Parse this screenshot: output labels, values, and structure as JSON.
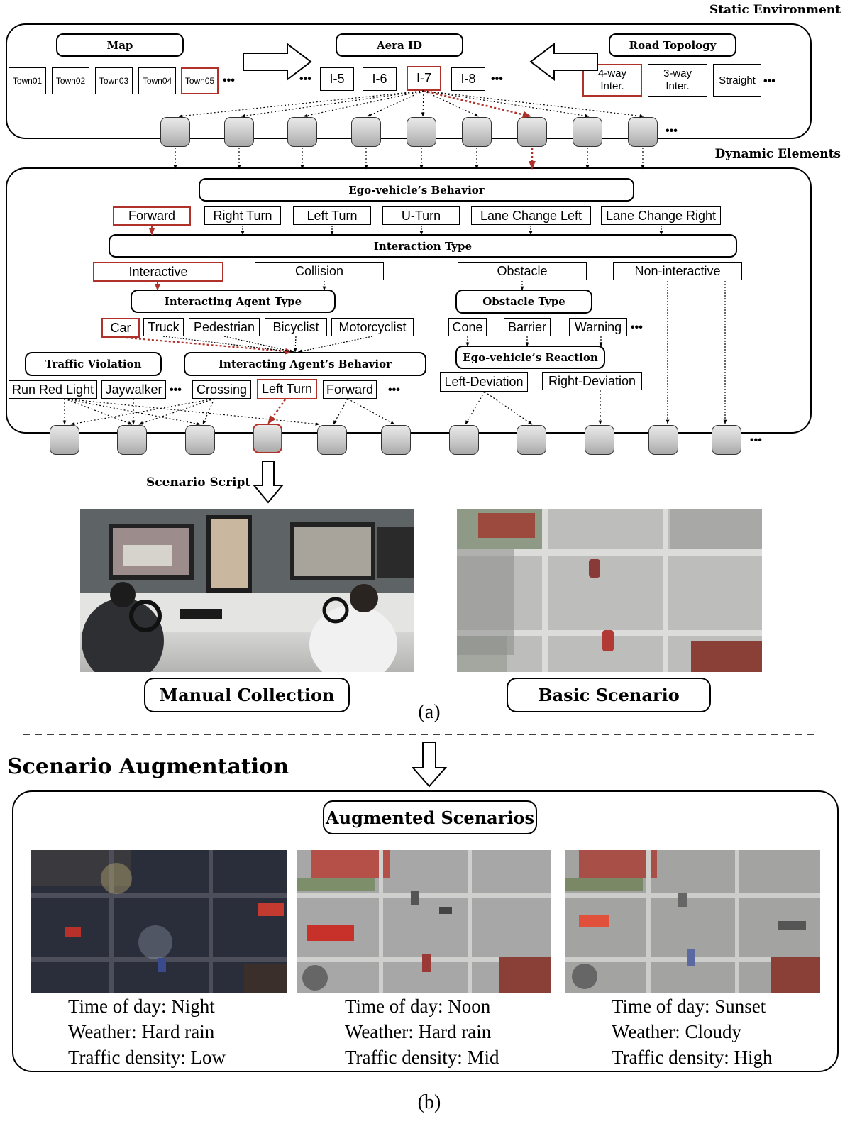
{
  "static_environment": {
    "title": "Static Environment",
    "map": {
      "header": "Map",
      "items": [
        "Town01",
        "Town02",
        "Town03",
        "Town04",
        "Town05"
      ],
      "more": "•••"
    },
    "area": {
      "header": "Aera ID",
      "items": [
        "I-5",
        "I-6",
        "I-7",
        "I-8"
      ],
      "more_left": "•••",
      "more_right": "•••"
    },
    "topology": {
      "header": "Road Topology",
      "items": [
        "4-way Inter.",
        "3-way Inter.",
        "Straight"
      ],
      "more": "•••"
    },
    "nodes_more": "•••"
  },
  "dynamic_elements": {
    "title": "Dynamic Elements",
    "ego_header": "Ego-vehicle’s Behavior",
    "ego_items": [
      "Forward",
      "Right Turn",
      "Left Turn",
      "U-Turn",
      "Lane Change Left",
      "Lane Change Right"
    ],
    "interaction_header": "Interaction Type",
    "interaction_items": [
      "Interactive",
      "Collision",
      "Obstacle",
      "Non-interactive"
    ],
    "agent_type_header": "Interacting Agent Type",
    "agent_types": [
      "Car",
      "Truck",
      "Pedestrian",
      "Bicyclist",
      "Motorcyclist"
    ],
    "obstacle_type_header": "Obstacle Type",
    "obstacle_types": [
      "Cone",
      "Barrier",
      "Warning"
    ],
    "obstacle_more": "•••",
    "ego_reaction_header": "Ego-vehicle’s Reaction",
    "ego_reactions": [
      "Left-Deviation",
      "Right-Deviation"
    ],
    "traffic_violation_header": "Traffic Violation",
    "traffic_violations": [
      "Run Red Light",
      "Jaywalker"
    ],
    "agent_behavior_header": "Interacting Agent’s Behavior",
    "agent_behaviors": [
      "Crossing",
      "Left Turn",
      "Forward"
    ],
    "violation_more": "•••",
    "behavior_more": "•••",
    "nodes_more": "•••"
  },
  "scenario_script_label": "Scenario Script",
  "manual_collection_label": "Manual Collection",
  "basic_scenario_label": "Basic Scenario",
  "caption_a": "(a)",
  "augmentation": {
    "section_title": "Scenario Augmentation",
    "panel_header": "Augmented Scenarios",
    "scenarios": [
      {
        "time": "Time of day: Night",
        "weather": "Weather: Hard rain",
        "density": "Traffic density: Low"
      },
      {
        "time": "Time of day: Noon",
        "weather": "Weather: Hard rain",
        "density": "Traffic density: Mid"
      },
      {
        "time": "Time of day: Sunset",
        "weather": "Weather: Cloudy",
        "density": "Traffic density: High"
      }
    ]
  },
  "caption_b": "(b)",
  "colors": {
    "highlight": "#b0302a",
    "node_gray": "#c9c9c9"
  }
}
